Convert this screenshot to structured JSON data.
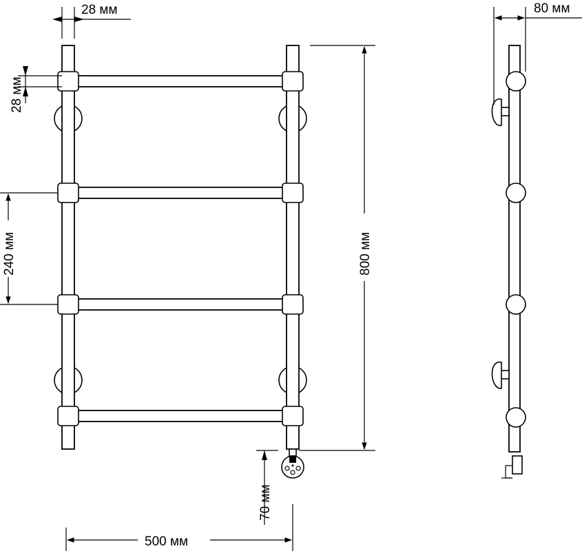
{
  "front_view": {
    "dims": {
      "pipe_diameter": "28 мм",
      "bar_thickness": "28 мм",
      "bar_spacing": "240 мм",
      "total_height": "800 мм",
      "heater_offset": "70 мм",
      "total_width": "500 мм"
    }
  },
  "side_view": {
    "dims": {
      "wall_depth": "80 мм"
    }
  }
}
